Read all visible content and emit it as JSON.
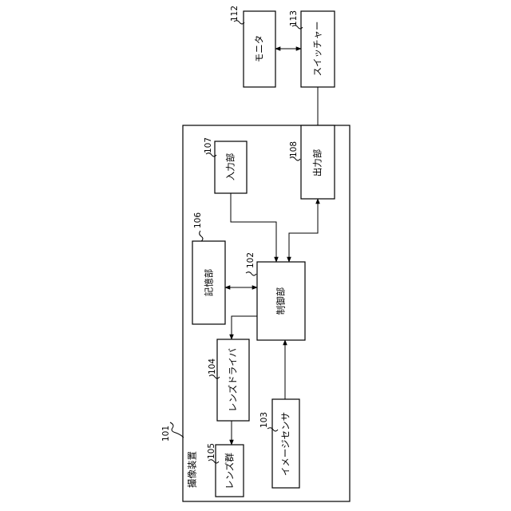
{
  "diagram": {
    "device_title": "撮像装置",
    "refs": {
      "device": "101",
      "control": "102",
      "sensor": "103",
      "driver": "104",
      "lens_group": "105",
      "storage": "106",
      "input": "107",
      "output": "108",
      "monitor": "112",
      "switcher": "113"
    },
    "blocks": {
      "control": "制御部",
      "sensor": "イメージセンサ",
      "driver": "レンズドライバ",
      "lens_group": "レンズ群",
      "storage": "記憶部",
      "input": "入力部",
      "output": "出力部",
      "monitor": "モニタ",
      "switcher": "スイッチャー"
    }
  }
}
